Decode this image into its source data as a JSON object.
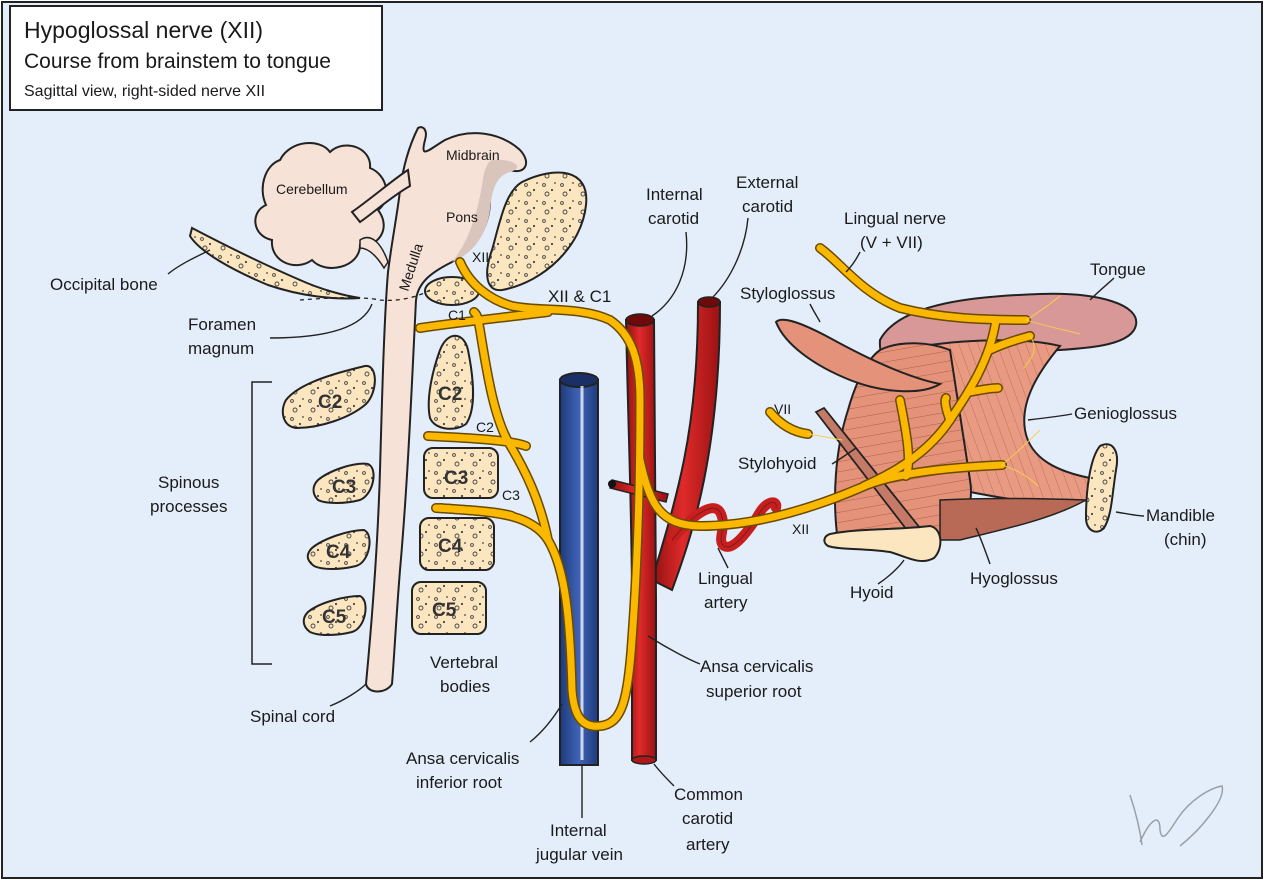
{
  "title": {
    "line1": "Hypoglossal nerve (XII)",
    "line2": "Course from brainstem to tongue",
    "line3": "Sagittal view, right-sided nerve XII"
  },
  "labels": {
    "occipital_bone": "Occipital bone",
    "foramen_1": "Foramen",
    "foramen_2": "magnum",
    "cerebellum": "Cerebellum",
    "midbrain": "Midbrain",
    "pons": "Pons",
    "medulla": "Medulla",
    "xii_root": "XII",
    "xii_c1": "XII & C1",
    "c1": "C1",
    "c2": "C2",
    "c3": "C3",
    "spinous_1": "Spinous",
    "spinous_2": "processes",
    "spinal_cord": "Spinal cord",
    "vertebral_1": "Vertebral",
    "vertebral_2": "bodies",
    "ansa_inf_1": "Ansa cervicalis",
    "ansa_inf_2": "inferior root",
    "ijv_1": "Internal",
    "ijv_2": "jugular vein",
    "cca_1": "Common",
    "cca_2": "carotid",
    "cca_3": "artery",
    "ansa_sup_1": "Ansa cervicalis",
    "ansa_sup_2": "superior root",
    "ica_1": "Internal",
    "ica_2": "carotid",
    "eca_1": "External",
    "eca_2": "carotid",
    "lingual_nerve_1": "Lingual nerve",
    "lingual_nerve_2": "(V + VII)",
    "tongue": "Tongue",
    "styloglossus": "Styloglossus",
    "genioglossus": "Genioglossus",
    "vii": "VII",
    "stylohyoid": "Stylohyoid",
    "xii_distal": "XII",
    "lingual_artery_1": "Lingual",
    "lingual_artery_2": "artery",
    "hyoid": "Hyoid",
    "hyoglossus": "Hyoglossus",
    "mandible_1": "Mandible",
    "mandible_2": "(chin)"
  },
  "vertebrae": {
    "spinous": [
      "C2",
      "C3",
      "C4",
      "C5"
    ],
    "bodies": [
      "C2",
      "C3",
      "C4",
      "C5"
    ]
  },
  "colors": {
    "background": "#e3eefa",
    "nerve": "#fbb800",
    "artery": "#c81e1e",
    "vein": "#2a4a96",
    "bone": "#fbe6c0",
    "neural_tissue": "#f6e2d6",
    "muscle": "#e4937a",
    "tongue": "#d99898"
  }
}
